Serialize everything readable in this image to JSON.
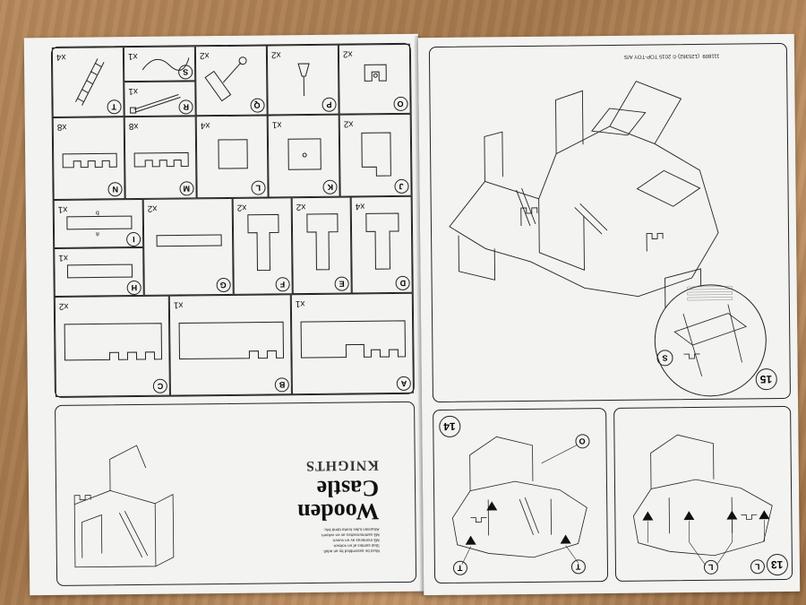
{
  "document": {
    "title_line1": "Wooden",
    "title_line2": "Castle",
    "brand": "KNIGHTS",
    "product_code": "111809",
    "copyright": "(125362)   © 2015 TOP-TOY A/S",
    "instructions": [
      "Must be assembled by an adult.",
      "Skal samles af en voksen.",
      "Må monteras av en vuxen.",
      "Må sammensettes av en voksen.",
      "Aikuisten tulee koota tämä lelu."
    ]
  },
  "parts": [
    {
      "id": "A",
      "qty": "x1"
    },
    {
      "id": "B",
      "qty": "x1"
    },
    {
      "id": "C",
      "qty": "x2"
    },
    {
      "id": "D",
      "qty": "x4"
    },
    {
      "id": "E",
      "qty": "x2"
    },
    {
      "id": "F",
      "qty": "x2"
    },
    {
      "id": "G",
      "qty": "x2"
    },
    {
      "id": "H",
      "qty": "x1"
    },
    {
      "id": "I",
      "qty": "x1"
    },
    {
      "id": "J",
      "qty": "x2"
    },
    {
      "id": "K",
      "qty": "x1"
    },
    {
      "id": "L",
      "qty": "x4"
    },
    {
      "id": "M",
      "qty": "x8"
    },
    {
      "id": "N",
      "qty": "x8"
    },
    {
      "id": "O",
      "qty": "x2"
    },
    {
      "id": "P",
      "qty": "x2"
    },
    {
      "id": "Q",
      "qty": "x2"
    },
    {
      "id": "R",
      "qty": "x1"
    },
    {
      "id": "S",
      "qty": "x1"
    },
    {
      "id": "T",
      "qty": "x4"
    }
  ],
  "steps": [
    {
      "number": "15",
      "callout": "S"
    },
    {
      "number": "14",
      "callouts": [
        "T",
        "T",
        "O"
      ]
    },
    {
      "number": "13",
      "callouts": [
        "L",
        "L"
      ]
    }
  ],
  "small_labels": {
    "a": "a",
    "b": "b"
  }
}
